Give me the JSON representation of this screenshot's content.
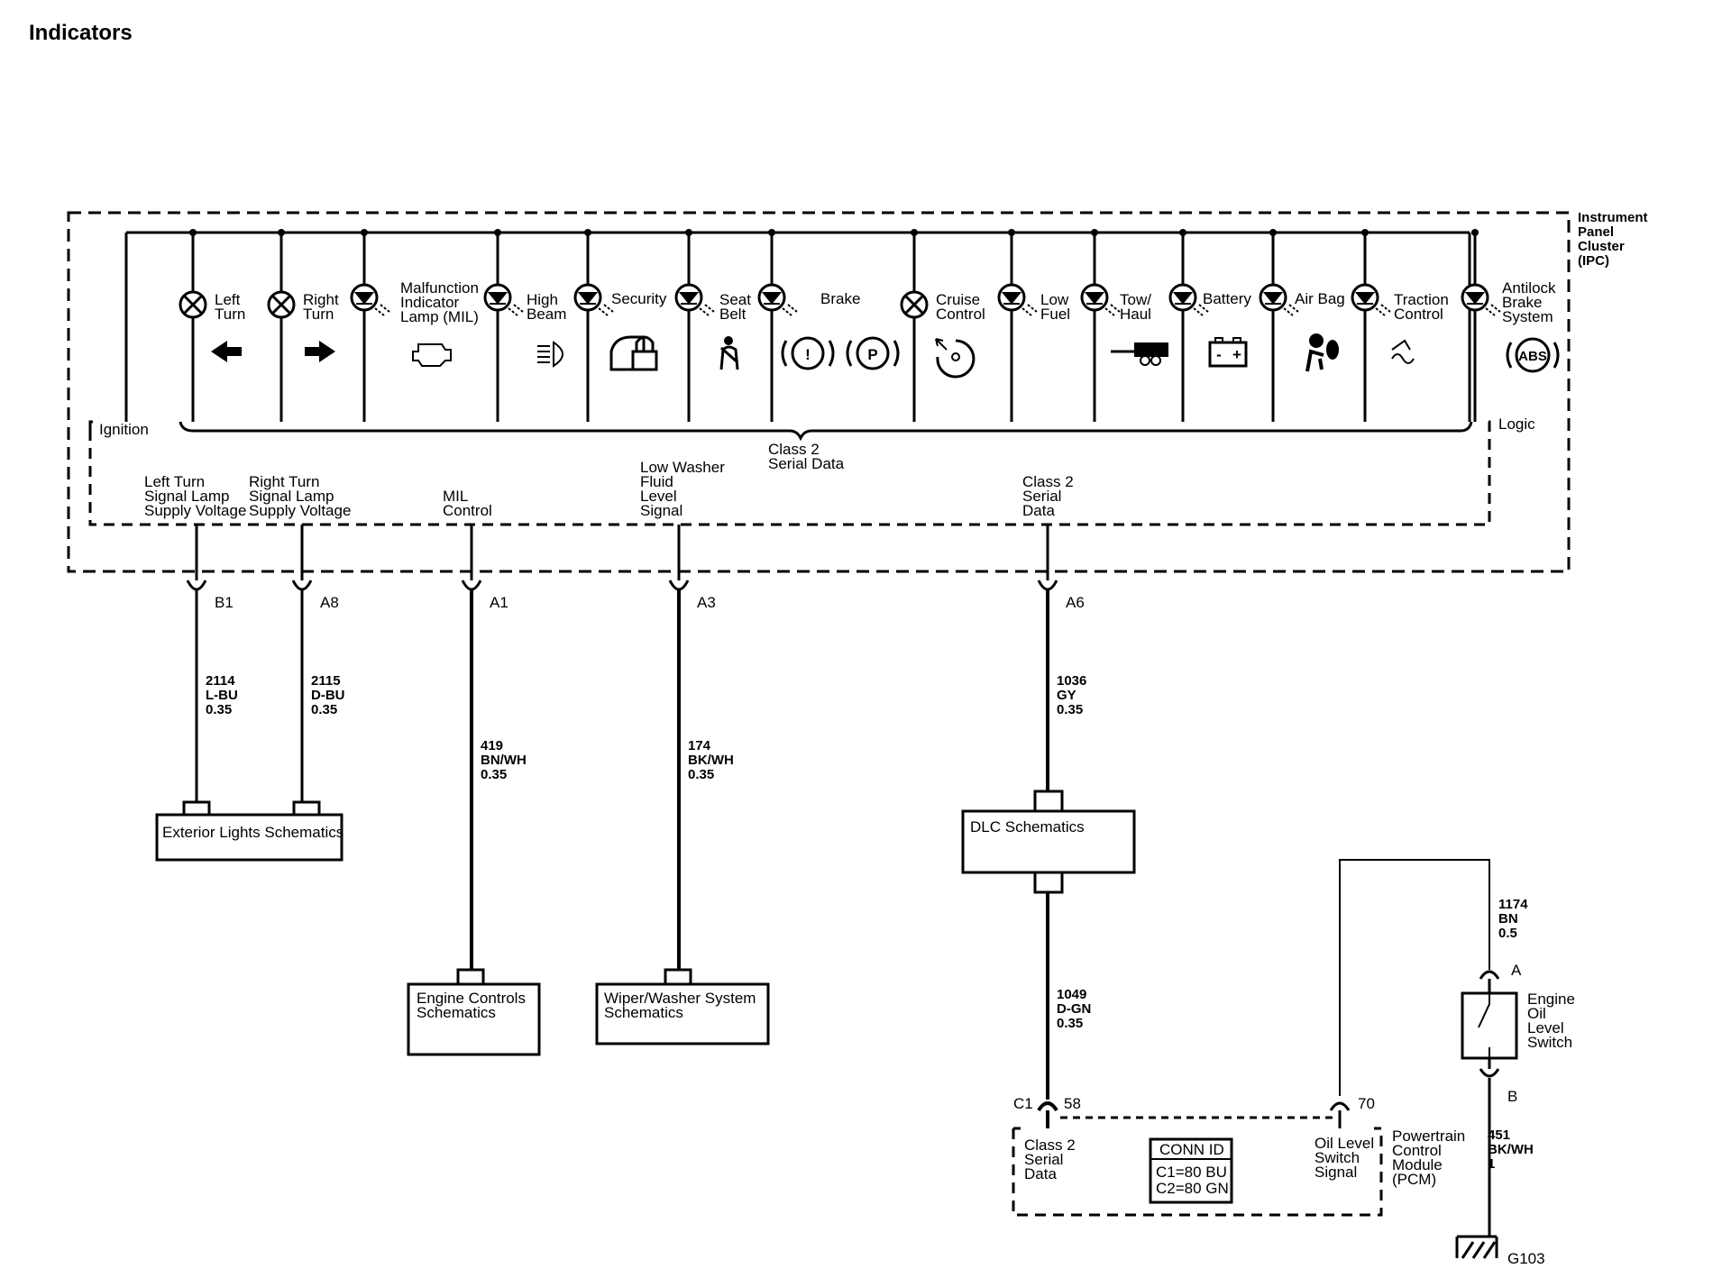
{
  "title": "Indicators",
  "ipc": {
    "name_lines": [
      "Instrument",
      "Panel",
      "Cluster",
      "(IPC)"
    ],
    "ignition": "Ignition",
    "logic": "Logic",
    "bus_lines": [
      "Class 2",
      "Serial Data"
    ],
    "indicators": [
      {
        "lines": [
          "Left",
          "Turn"
        ],
        "lamp": "bulb",
        "symbol": "left-arrow-icon"
      },
      {
        "lines": [
          "Right",
          "Turn"
        ],
        "lamp": "bulb",
        "symbol": "right-arrow-icon"
      },
      {
        "lines": [
          "Malfunction",
          "Indicator",
          "Lamp (MIL)"
        ],
        "lamp": "led",
        "symbol": "engine-icon"
      },
      {
        "lines": [
          "High",
          "Beam"
        ],
        "lamp": "led",
        "symbol": "high-beam-icon"
      },
      {
        "lines": [
          "Security"
        ],
        "lamp": "led",
        "symbol": "security-car-lock-icon"
      },
      {
        "lines": [
          "Seat",
          "Belt"
        ],
        "lamp": "led",
        "symbol": "seat-belt-icon"
      },
      {
        "lines": [
          "Brake"
        ],
        "lamp": "led",
        "symbol": "brake-warning-icon"
      },
      {
        "lines": [
          "Cruise",
          "Control"
        ],
        "lamp": "bulb",
        "symbol": "cruise-control-icon"
      },
      {
        "lines": [
          "Low",
          "Fuel"
        ],
        "lamp": "led",
        "symbol": ""
      },
      {
        "lines": [
          "Tow/",
          "Haul"
        ],
        "lamp": "led",
        "symbol": "trailer-icon"
      },
      {
        "lines": [
          "Battery"
        ],
        "lamp": "led",
        "symbol": "battery-icon"
      },
      {
        "lines": [
          "Air Bag"
        ],
        "lamp": "led",
        "symbol": "airbag-icon"
      },
      {
        "lines": [
          "Traction",
          "Control"
        ],
        "lamp": "led",
        "symbol": "traction-control-icon"
      },
      {
        "lines": [
          "Antilock",
          "Brake",
          "System"
        ],
        "lamp": "led",
        "symbol": "abs-icon"
      }
    ],
    "brake_symbols": [
      "!",
      "P"
    ],
    "abs_text": "ABS",
    "battery_signs": [
      "-",
      "+"
    ],
    "circuits": [
      {
        "lines": [
          "Left Turn",
          "Signal Lamp",
          "Supply Voltage"
        ],
        "pin": "B1",
        "wire": [
          "2114",
          "L-BU",
          "0.35"
        ]
      },
      {
        "lines": [
          "Right Turn",
          "Signal Lamp",
          "Supply Voltage"
        ],
        "pin": "A8",
        "wire": [
          "2115",
          "D-BU",
          "0.35"
        ]
      },
      {
        "lines": [
          "MIL",
          "Control"
        ],
        "pin": "A1",
        "wire": [
          "419",
          "BN/WH",
          "0.35"
        ]
      },
      {
        "lines": [
          "Low Washer",
          "Fluid",
          "Level",
          "Signal"
        ],
        "pin": "A3",
        "wire": [
          "174",
          "BK/WH",
          "0.35"
        ]
      },
      {
        "lines": [
          "Class 2",
          "Serial",
          "Data"
        ],
        "pin": "A6",
        "wire": [
          "1036",
          "GY",
          "0.35"
        ]
      }
    ]
  },
  "boxes": {
    "exterior_lights": "Exterior Lights Schematics",
    "engine_controls": [
      "Engine Controls",
      "Schematics"
    ],
    "wiper_washer": [
      "Wiper/Washer System",
      "Schematics"
    ],
    "dlc": "DLC Schematics"
  },
  "dlc_wire": [
    "1049",
    "D-GN",
    "0.35"
  ],
  "pcm": {
    "name_lines": [
      "Powertrain",
      "Control",
      "Module",
      "(PCM)"
    ],
    "connector_label": "C1",
    "pin_left": "58",
    "pin_right": "70",
    "left_signal": [
      "Class 2",
      "Serial",
      "Data"
    ],
    "right_signal": [
      "Oil Level",
      "Switch",
      "Signal"
    ],
    "conn_id_title": "CONN ID",
    "conn_id_rows": [
      "C1=80 BU",
      "C2=80 GN"
    ]
  },
  "oil_switch": {
    "name_lines": [
      "Engine",
      "Oil",
      "Level",
      "Switch"
    ],
    "pin_a": "A",
    "pin_b": "B",
    "wire_top": [
      "1174",
      "BN",
      "0.5"
    ],
    "wire_bottom": [
      "451",
      "BK/WH",
      "1"
    ],
    "ground": "G103"
  }
}
